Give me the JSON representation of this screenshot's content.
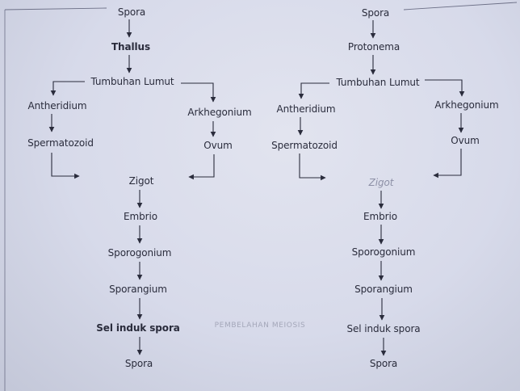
{
  "colors": {
    "ink": "#2a2c3c",
    "faint": "#8d90a6",
    "paper": "#d9dcec"
  },
  "left_cycle": {
    "spora_top": "Spora",
    "thallus": "Thallus",
    "tumbuhan_lumut": "Tumbuhan Lumut",
    "antheridium": "Antheridium",
    "arkhegonium": "Arkhegonium",
    "spermatozoid": "Spermatozoid",
    "ovum": "Ovum",
    "zigot": "Zigot",
    "embrio": "Embrio",
    "sporogonium": "Sporogonium",
    "sporangium": "Sporangium",
    "sel_induk_spora": "Sel induk spora",
    "spora_bottom": "Spora"
  },
  "right_cycle": {
    "spora_top": "Spora",
    "protonema": "Protonema",
    "tumbuhan_lumut": "Tumbuhan Lumut",
    "antheridium": "Antheridium",
    "arkhegonium": "Arkhegonium",
    "spermatozoid": "Spermatozoid",
    "ovum": "Ovum",
    "zigot": "Zigot",
    "embrio": "Embrio",
    "sporogonium": "Sporogonium",
    "sporangium": "Sporangium",
    "sel_induk_spora": "Sel induk spora",
    "spora_bottom": "Spora"
  },
  "center_caption": "PEMBELAHAN MEIOSIS"
}
